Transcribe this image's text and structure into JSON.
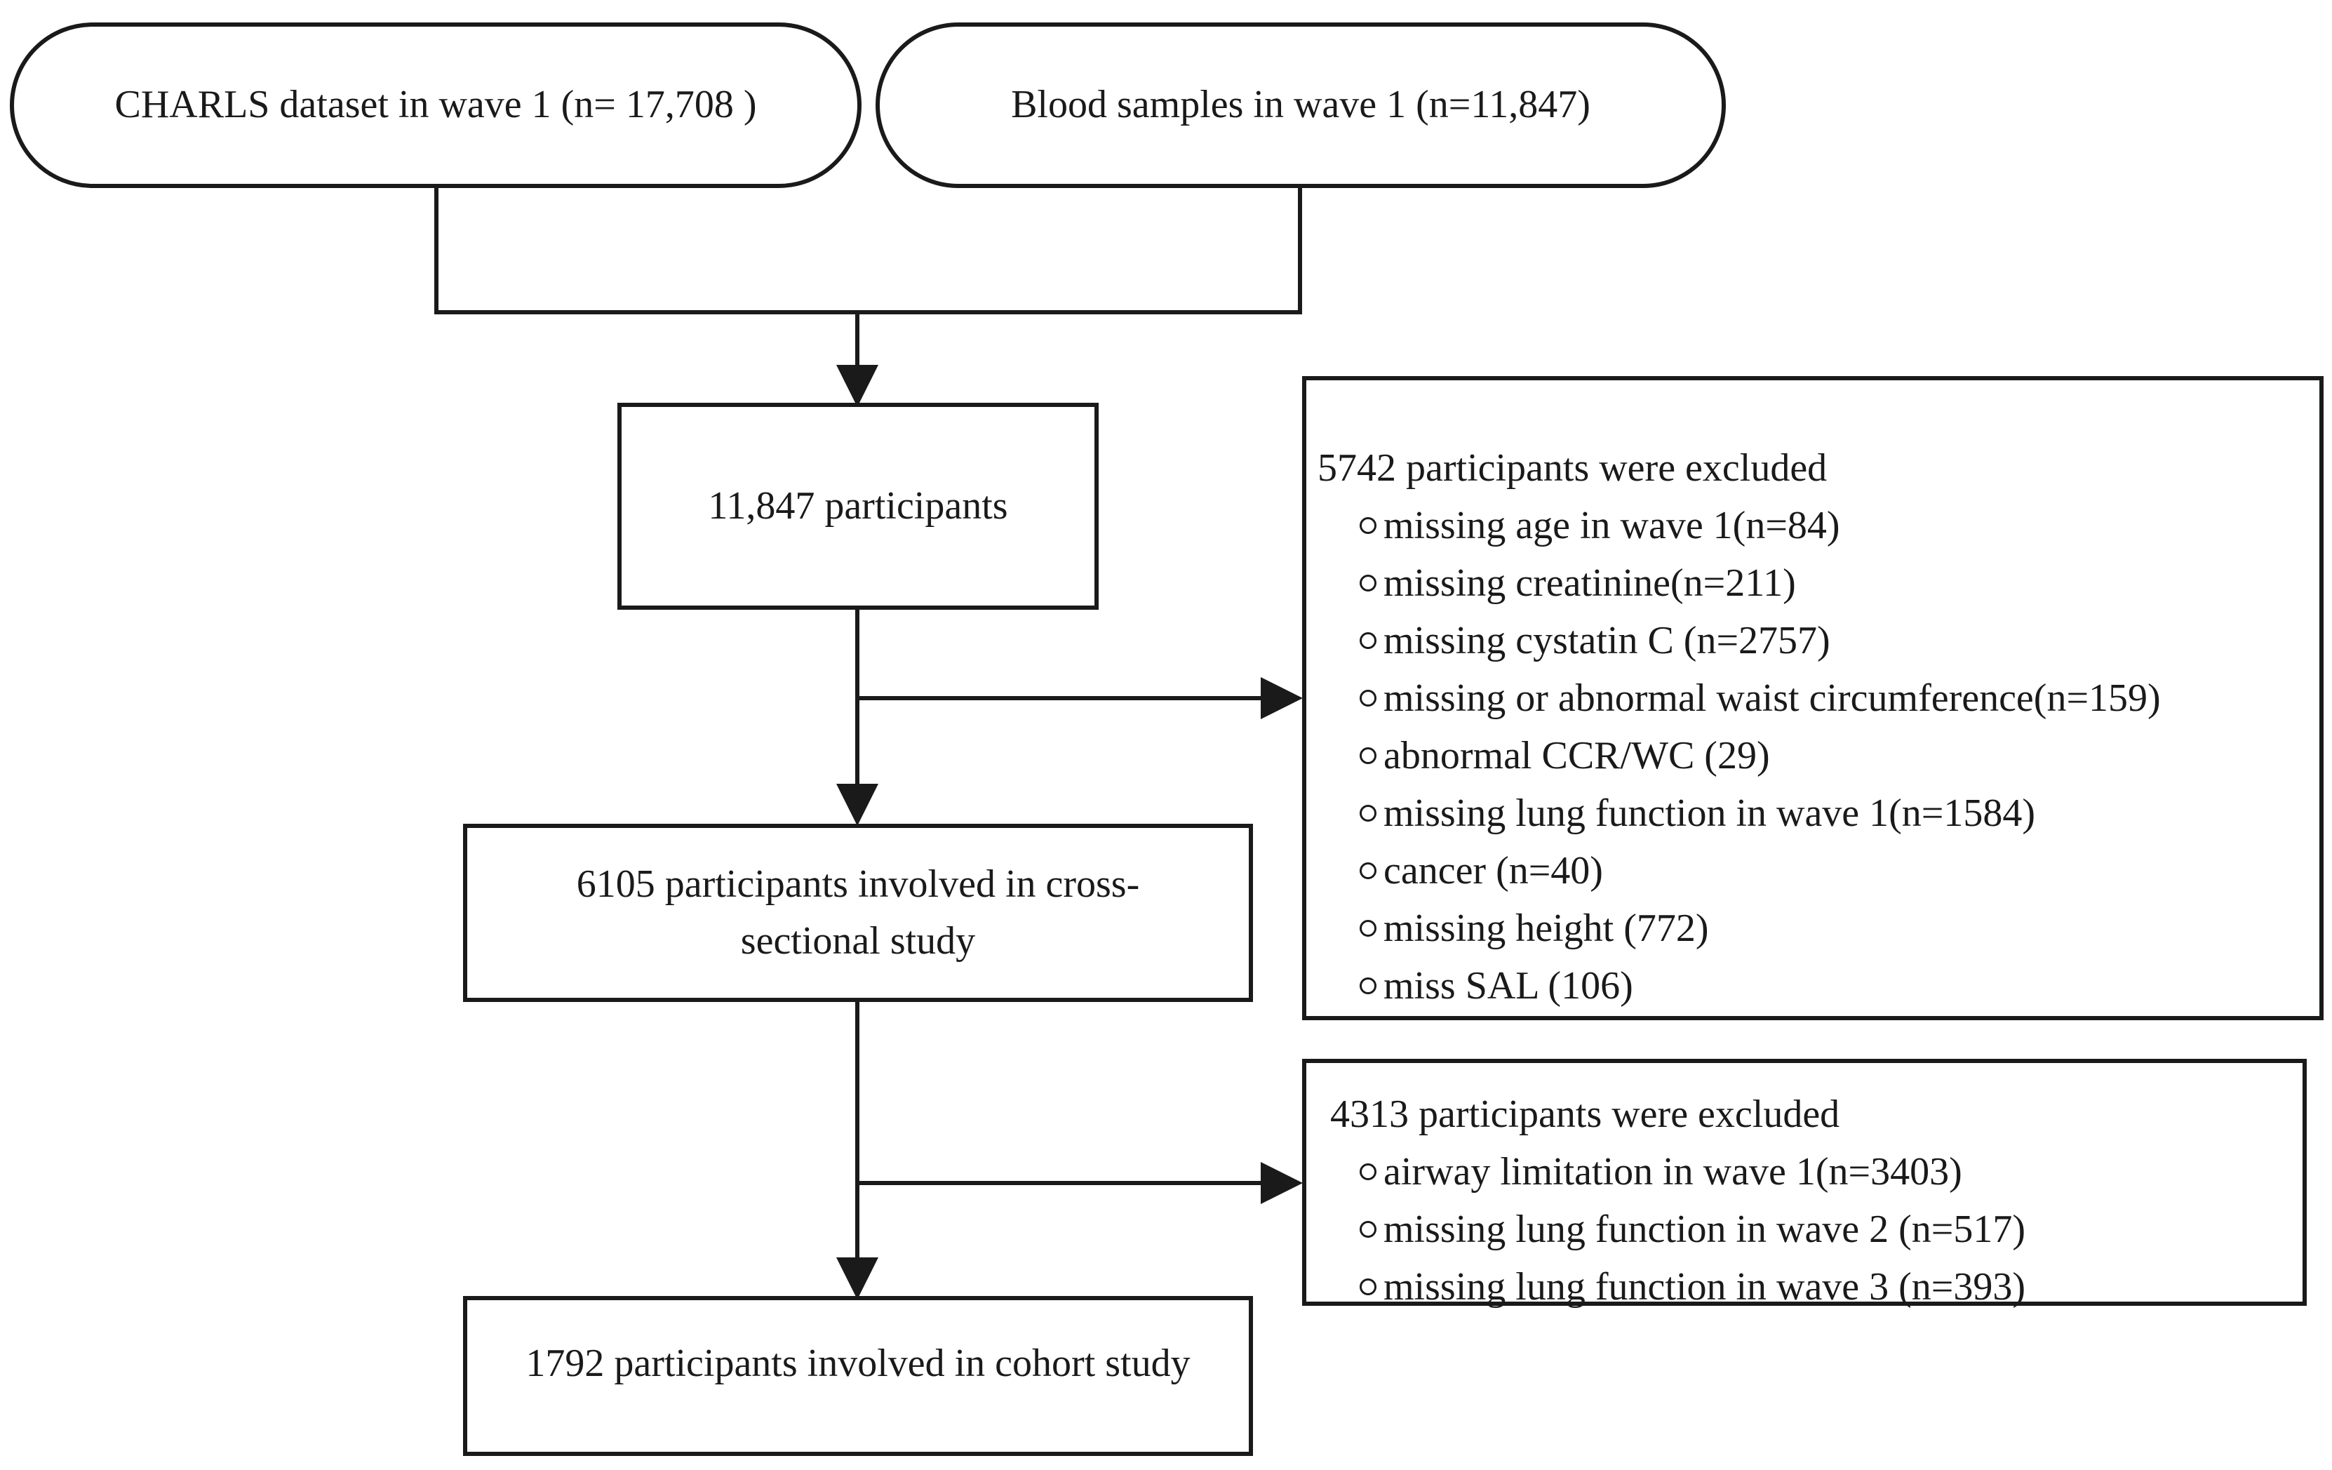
{
  "source_1": "CHARLS dataset in wave 1 (n= 17,708 )",
  "source_2": "Blood samples in wave 1 (n=11,847)",
  "step_1": "11,847 participants",
  "step_2": "6105 participants involved in cross-sectional study",
  "step_3": "1792 participants involved in cohort study",
  "exclusion_1": {
    "title": "5742 participants were excluded",
    "items": [
      "missing age in wave 1(n=84)",
      "missing creatinine(n=211)",
      "missing cystatin C (n=2757)",
      "missing or abnormal  waist circumference(n=159)",
      "abnormal  CCR/WC (29)",
      "missing lung function in wave 1(n=1584)",
      "cancer (n=40)",
      "missing height (772)",
      "miss SAL (106)"
    ]
  },
  "exclusion_2": {
    "title": "4313 participants were excluded",
    "items": [
      "airway limitation in wave 1(n=3403)",
      "missing lung function in wave 2 (n=517)",
      "missing lung function in wave 3 (n=393)"
    ]
  }
}
